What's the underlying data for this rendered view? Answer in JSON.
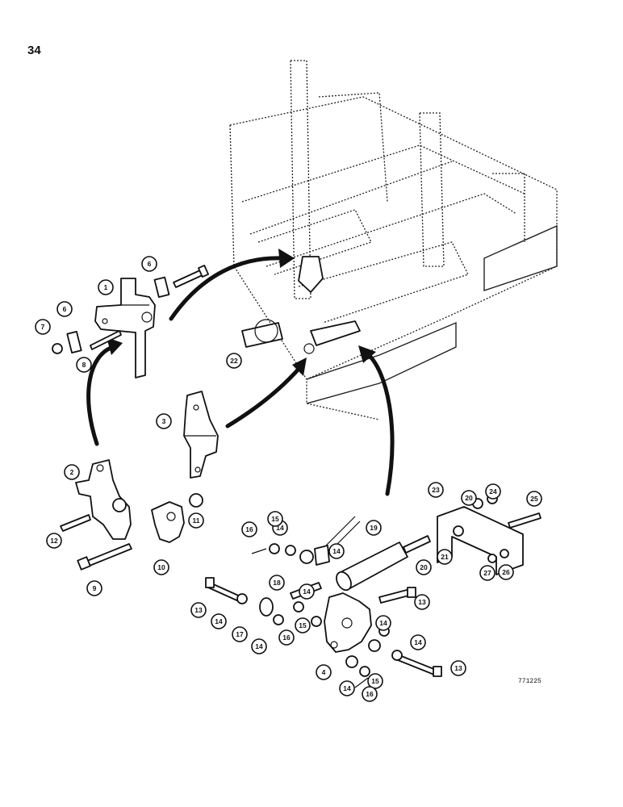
{
  "page_number": "34",
  "figure_code": "771225",
  "callouts": [
    {
      "id": "c1",
      "label": "1"
    },
    {
      "id": "c2",
      "label": "2"
    },
    {
      "id": "c3",
      "label": "3"
    },
    {
      "id": "c4",
      "label": "4"
    },
    {
      "id": "c6",
      "label": "6"
    },
    {
      "id": "c6b",
      "label": "6"
    },
    {
      "id": "c7",
      "label": "7"
    },
    {
      "id": "c8",
      "label": "8"
    },
    {
      "id": "c9",
      "label": "9"
    },
    {
      "id": "c10",
      "label": "10"
    },
    {
      "id": "c11",
      "label": "11"
    },
    {
      "id": "c12",
      "label": "12"
    },
    {
      "id": "c13a",
      "label": "13"
    },
    {
      "id": "c13b",
      "label": "13"
    },
    {
      "id": "c13c",
      "label": "13"
    },
    {
      "id": "c14a",
      "label": "14"
    },
    {
      "id": "c14b",
      "label": "14"
    },
    {
      "id": "c14c",
      "label": "14"
    },
    {
      "id": "c14d",
      "label": "14"
    },
    {
      "id": "c14e",
      "label": "14"
    },
    {
      "id": "c14f",
      "label": "14"
    },
    {
      "id": "c14g",
      "label": "14"
    },
    {
      "id": "c14h",
      "label": "14"
    },
    {
      "id": "c15a",
      "label": "15"
    },
    {
      "id": "c15b",
      "label": "15"
    },
    {
      "id": "c15c",
      "label": "15"
    },
    {
      "id": "c16a",
      "label": "16"
    },
    {
      "id": "c16b",
      "label": "16"
    },
    {
      "id": "c16c",
      "label": "16"
    },
    {
      "id": "c17",
      "label": "17"
    },
    {
      "id": "c18",
      "label": "18"
    },
    {
      "id": "c19",
      "label": "19"
    },
    {
      "id": "c20a",
      "label": "20"
    },
    {
      "id": "c20b",
      "label": "20"
    },
    {
      "id": "c21",
      "label": "21"
    },
    {
      "id": "c22",
      "label": "22"
    },
    {
      "id": "c23",
      "label": "23"
    },
    {
      "id": "c24",
      "label": "24"
    },
    {
      "id": "c25",
      "label": "25"
    },
    {
      "id": "c26",
      "label": "26"
    },
    {
      "id": "c27",
      "label": "27"
    }
  ]
}
